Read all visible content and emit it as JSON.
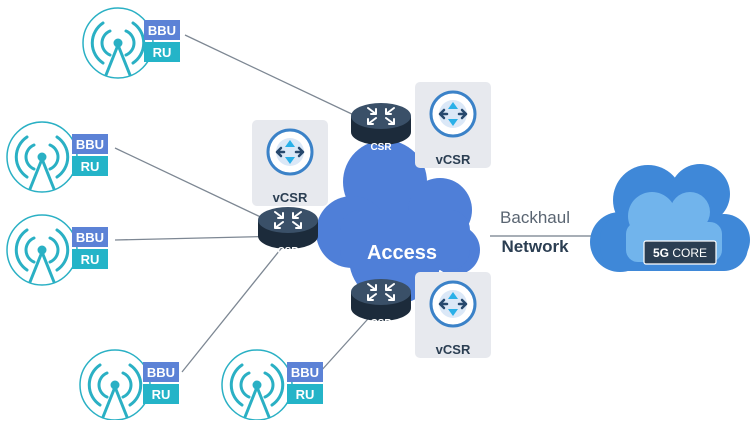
{
  "colors": {
    "antenna": "#2ab0c4",
    "ru_box": "#24b4c8",
    "bbu_box": "#5c82d6",
    "access_cloud": "#4f7fd8",
    "core_cloud": "#3f88d8",
    "router_body": "#2b3e52",
    "vcsr_tile": "#e7e9ee",
    "vcsr_icon": "#3b82c8",
    "link_line": "#7d8793"
  },
  "icons": {
    "cell_site": "radio-tower-icon",
    "router": "router-arrows-icon",
    "virtual_router": "vcsr-arrows-icon"
  },
  "cell_sites": [
    {
      "bbu_label": "BBU",
      "ru_label": "RU"
    },
    {
      "bbu_label": "BBU",
      "ru_label": "RU"
    },
    {
      "bbu_label": "BBU",
      "ru_label": "RU"
    },
    {
      "bbu_label": "BBU",
      "ru_label": "RU"
    },
    {
      "bbu_label": "BBU",
      "ru_label": "RU"
    }
  ],
  "routers": [
    {
      "label": "CSR"
    },
    {
      "label": "CSR"
    },
    {
      "label": "CSR"
    }
  ],
  "virtual_routers": [
    {
      "label": "vCSR"
    },
    {
      "label": "vCSR"
    },
    {
      "label": "vCSR"
    }
  ],
  "access_cloud": {
    "label": "Access"
  },
  "backhaul": {
    "line1": "Backhaul",
    "line2": "Network"
  },
  "core": {
    "badge_bold": "5G",
    "badge_rest": " CORE"
  }
}
